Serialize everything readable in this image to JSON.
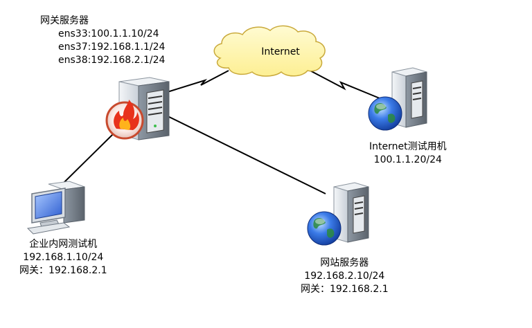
{
  "cloud": {
    "label": "Internet"
  },
  "gateway": {
    "title": "网关服务器",
    "ifaces": [
      "ens33:100.1.1.10/24",
      "ens37:192.168.1.1/24",
      "ens38:192.168.2.1/24"
    ],
    "icon": "firewall-server-icon"
  },
  "internet_host": {
    "title": "Internet测试用机",
    "ip": "100.1.1.20/24",
    "icon": "globe-server-icon"
  },
  "web_server": {
    "title": "网站服务器",
    "ip": "192.168.2.10/24",
    "gateway": "网关：192.168.2.1",
    "icon": "globe-server-icon"
  },
  "client": {
    "title": "企业内网测试机",
    "ip": "192.168.1.10/24",
    "gateway": "网关：192.168.2.1",
    "icon": "desktop-computer-icon"
  },
  "colors": {
    "cloud_fill": "#fef6b0",
    "cloud_stroke": "#c9a93a",
    "server_body": "#dfe4ea",
    "server_dark": "#6e7782",
    "fire": "#e8321c",
    "globe": "#2a5fd6"
  }
}
